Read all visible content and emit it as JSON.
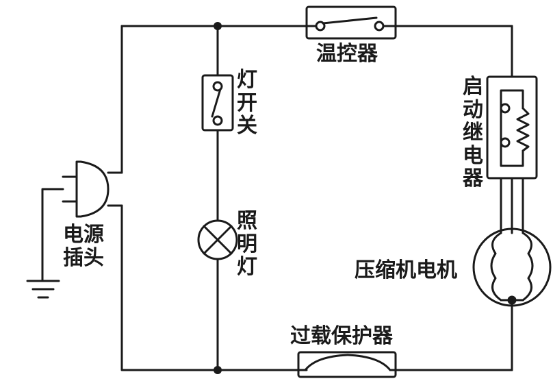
{
  "labels": {
    "thermostat": "温控器",
    "light_switch": "灯开关",
    "lamp": "照明灯",
    "start_relay": "启动继电器",
    "power_plug": "电源插头",
    "compressor_motor": "压缩机电机",
    "overload_protector": "过载保护器"
  },
  "colors": {
    "ink": "#1a1a1a",
    "background": "#ffffff"
  }
}
